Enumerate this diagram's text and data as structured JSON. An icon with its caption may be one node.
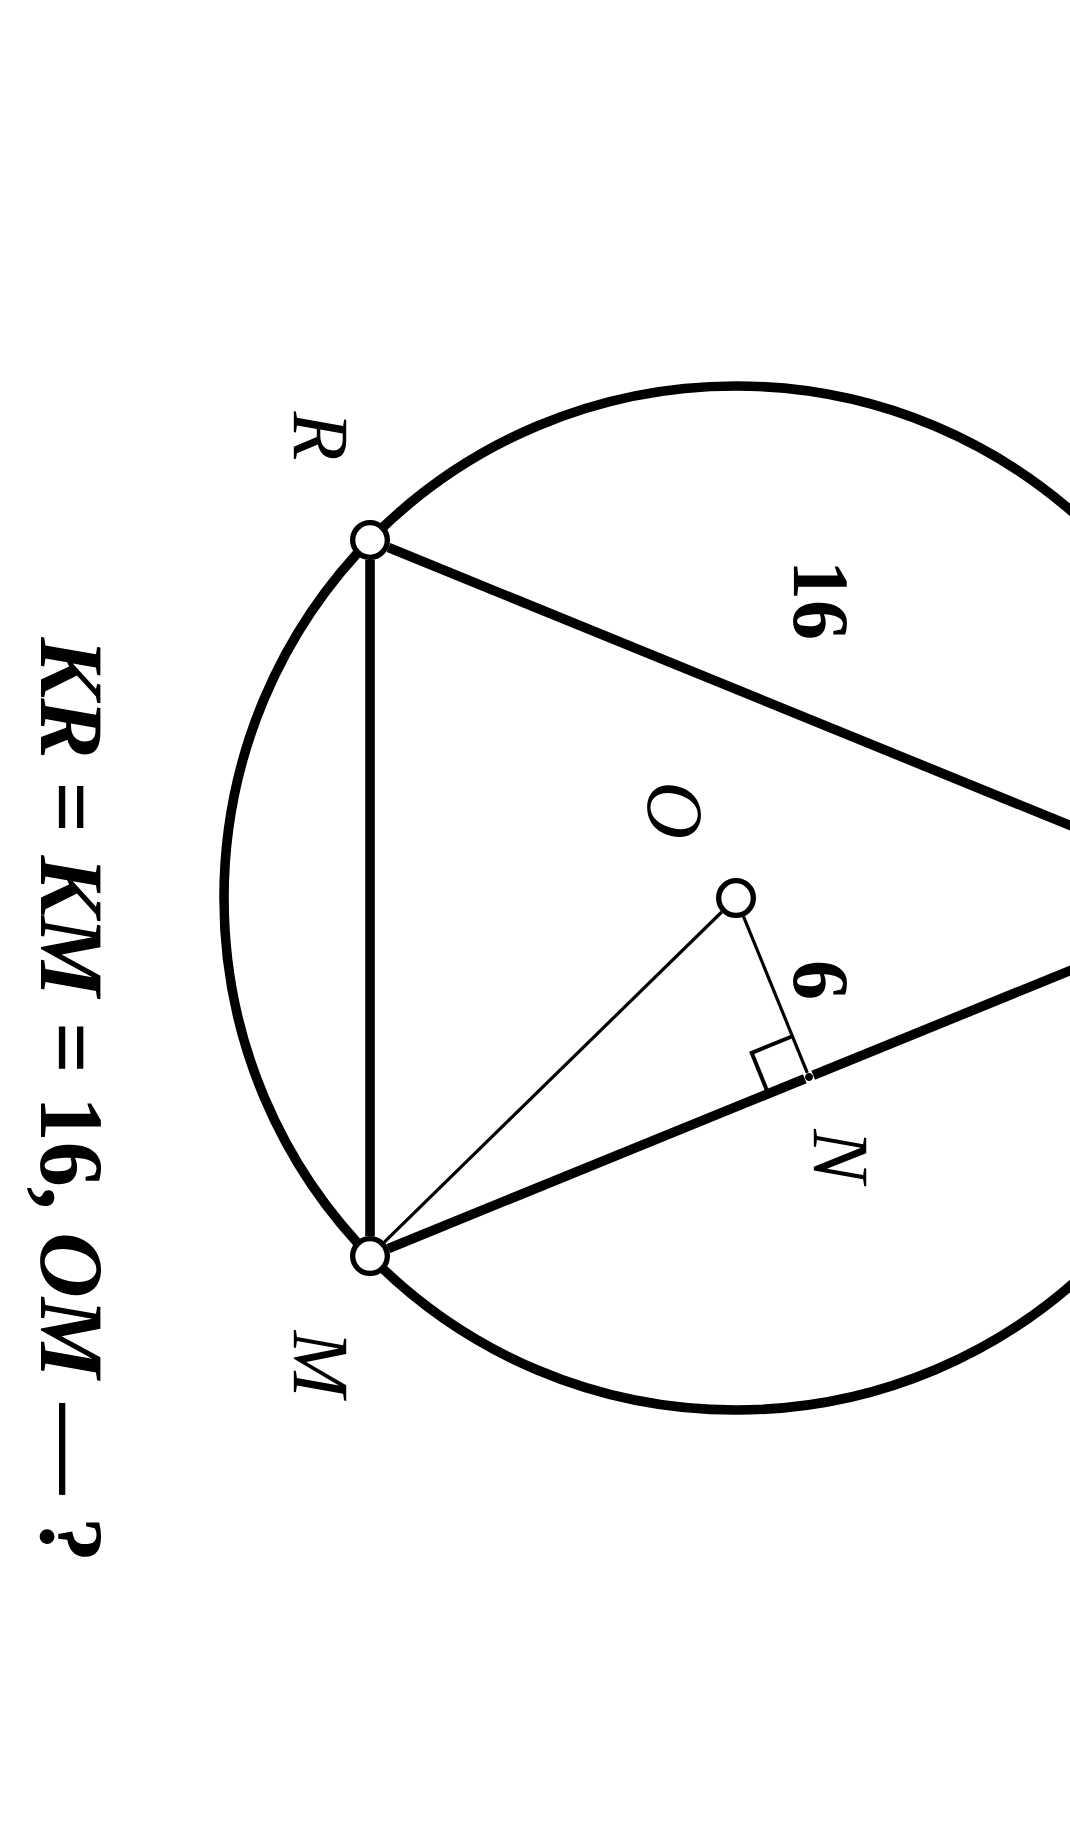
{
  "diagram": {
    "nodes": [
      {
        "text": [],
        "shape": "circle",
        "beside": [
          "R"
        ]
      },
      {
        "text": [],
        "shape": "circle",
        "beside": [
          "O"
        ]
      },
      {
        "text": [],
        "shape": "circle",
        "beside": [
          "M"
        ]
      },
      {
        "text": [],
        "shape": "point",
        "beside": [
          "N"
        ]
      }
    ],
    "edges": [
      {
        "from": 0,
        "to": 2,
        "arrow": "none"
      },
      {
        "from": 0,
        "to": null,
        "arrow": "none",
        "label": "16"
      },
      {
        "from": 2,
        "to": 3,
        "arrow": "none"
      },
      {
        "from": 3,
        "to": null,
        "arrow": "none"
      },
      {
        "from": 1,
        "to": 2,
        "arrow": "none"
      },
      {
        "from": 1,
        "to": 3,
        "arrow": "none",
        "label": "6"
      }
    ],
    "labels": [
      "*KR* = *KM* = 16, *OM* — ?"
    ]
  }
}
